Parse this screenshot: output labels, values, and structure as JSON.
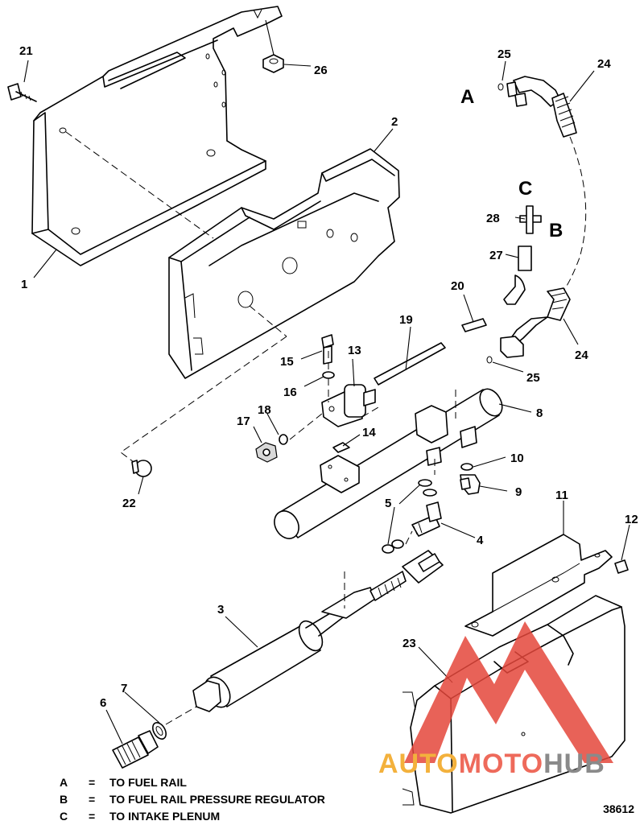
{
  "diagram": {
    "callouts": {
      "p1": "1",
      "p2": "2",
      "p3": "3",
      "p4": "4",
      "p5": "5",
      "p6": "6",
      "p7": "7",
      "p8": "8",
      "p9": "9",
      "p10": "10",
      "p11": "11",
      "p12": "12",
      "p13": "13",
      "p14": "14",
      "p15": "15",
      "p16": "16",
      "p17": "17",
      "p18": "18",
      "p19": "19",
      "p20": "20",
      "p21": "21",
      "p22": "22",
      "p23": "23",
      "p24a": "24",
      "p24b": "24",
      "p25a": "25",
      "p25b": "25",
      "p26": "26",
      "p27": "27",
      "p28": "28"
    },
    "connection_letters": {
      "a": "A",
      "b": "B",
      "c": "C"
    },
    "legend": [
      {
        "key": "A",
        "eq": "=",
        "text": "TO FUEL RAIL"
      },
      {
        "key": "B",
        "eq": "=",
        "text": "TO FUEL RAIL PRESSURE REGULATOR"
      },
      {
        "key": "C",
        "eq": "=",
        "text": "TO INTAKE PLENUM"
      }
    ],
    "figure_number": "38612"
  },
  "watermark": {
    "part1": "AUTO",
    "part2": "MOTO",
    "part3": "HUB",
    "colors": {
      "auto": "#f3b13c",
      "moto": "#ee6a5b",
      "hub": "#8a8a8a",
      "triangle": "#e4473b"
    }
  }
}
